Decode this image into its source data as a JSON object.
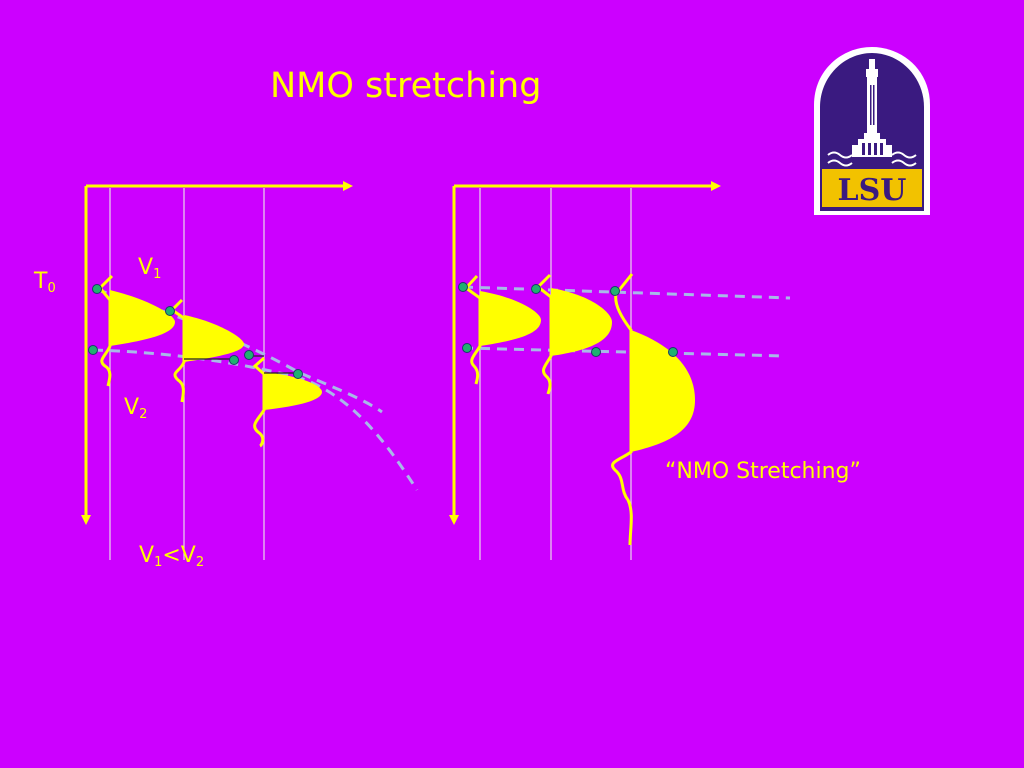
{
  "slide": {
    "title": "NMO stretching",
    "background_color": "#cc00ff",
    "text_color": "#ffff00"
  },
  "left_panel": {
    "label_t0": "T",
    "label_t0_sub": "0",
    "label_v1": "V",
    "label_v1_sub": "1",
    "label_v2": "V",
    "label_v2_sub": "2",
    "label_compare_a": "V",
    "label_compare_a_sub": "1",
    "label_compare_lt": "<V",
    "label_compare_b_sub": "2"
  },
  "right_panel": {
    "caption": "“NMO Stretching”"
  },
  "logo": {
    "text": "LSU",
    "icon": "lsu-tower-logo-icon",
    "frame_color": "#3a1a80",
    "accent_color": "#f2c200"
  },
  "colors": {
    "wavelet_fill": "#ffff00",
    "axis": "#ffff00",
    "trace_line": "#e8d8e8",
    "moveout_curve": "#a8b8e8",
    "pick_dot": "#20b070"
  }
}
